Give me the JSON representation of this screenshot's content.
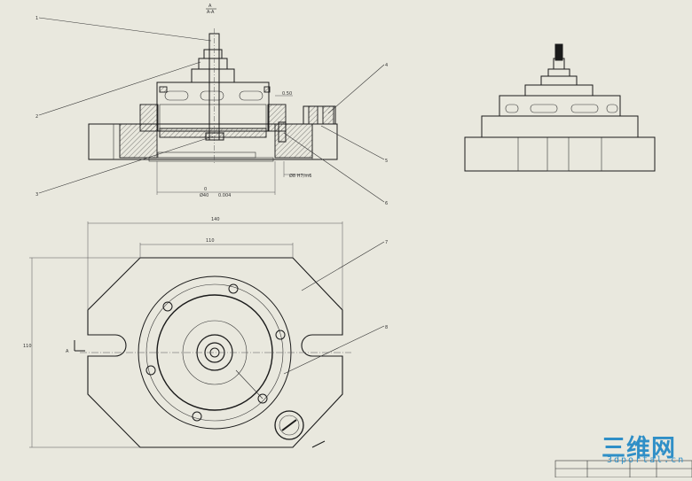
{
  "views": {
    "section_label": "A",
    "section_sublabel": "A-A",
    "section_arrow_label": "A"
  },
  "callouts": [
    "1",
    "2",
    "3",
    "4",
    "5",
    "6",
    "7",
    "8"
  ],
  "dimensions": {
    "overall_width": "140",
    "inner_width": "110",
    "height": "110",
    "bore_diameter": "Ø40",
    "bore_tolerance": "0.004",
    "bore_upper": "0",
    "fit": "Ø8 H7/m6",
    "small_dim": "0.50"
  },
  "watermark": {
    "logo_cn": "三维网",
    "logo_en": "3dportal.cn"
  },
  "colors": {
    "background": "#e9e8de",
    "line": "#1a1a1a",
    "logo": "#2f8fc7"
  }
}
